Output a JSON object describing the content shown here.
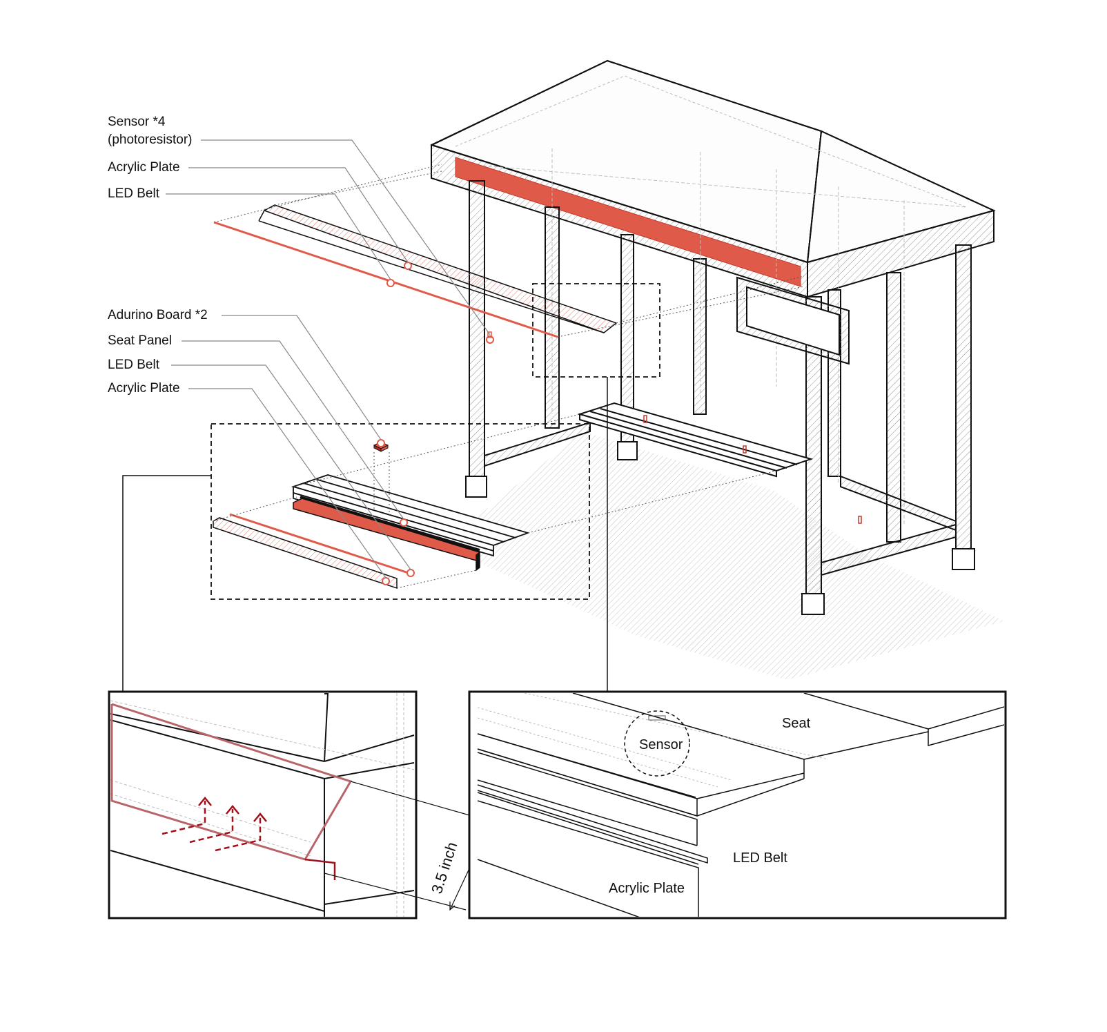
{
  "colors": {
    "accent": "#e05a4a",
    "accent_dark": "#a0101a",
    "line": "#111111",
    "hatch": "#9a9a9a"
  },
  "top_callouts": {
    "sensor": "Sensor *4",
    "sensor_type": "(photoresistor)",
    "acrylic_plate": "Acrylic Plate",
    "led_belt": "LED Belt"
  },
  "seat_callouts": {
    "arduino": "Adurino Board *2",
    "seat_panel": "Seat Panel",
    "led_belt": "LED Belt",
    "acrylic_plate": "Acrylic Plate"
  },
  "detail_right": {
    "seat": "Seat",
    "sensor": "Sensor",
    "led_belt": "LED Belt",
    "acrylic_plate": "Acrylic Plate"
  },
  "dimension": "3.5 inch"
}
